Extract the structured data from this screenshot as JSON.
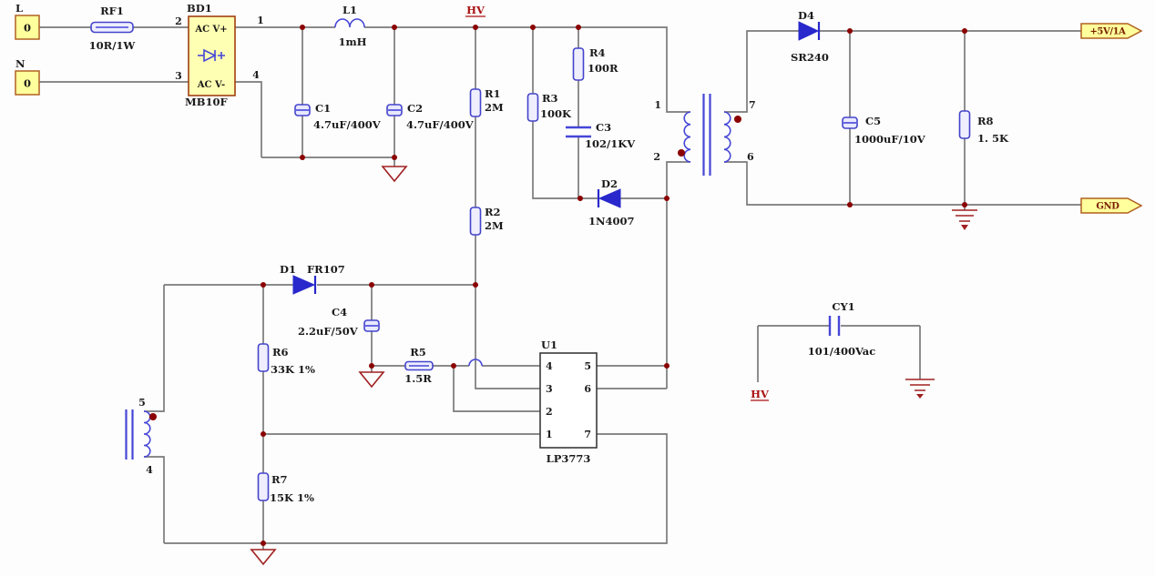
{
  "palette": {
    "wire_gray": "#7a7a7a",
    "component_blue": "#4646d8",
    "diode_blue": "#2828cc",
    "junction_dot": "#8b0000",
    "ground_red": "#a02020",
    "net_label_red": "#aa1111",
    "terminal_fill": "#ffff9c",
    "terminal_border": "#b06020",
    "label_black": "#1a1a1a"
  },
  "inputs": {
    "l_label": "L",
    "l_value": "0",
    "n_label": "N",
    "n_value": "0"
  },
  "outputs": {
    "vout": "+5V/1A",
    "gnd": "GND"
  },
  "nets": {
    "hv_top": "HV",
    "hv_cy1": "HV"
  },
  "bd1": {
    "ref": "BD1",
    "part": "MB10F",
    "ac_plus": "AC V+",
    "ac_minus": "AC V-",
    "pin1": "1",
    "pin2": "2",
    "pin3": "3",
    "pin4": "4"
  },
  "rf1": {
    "ref": "RF1",
    "value": "10R/1W"
  },
  "l1": {
    "ref": "L1",
    "value": "1mH"
  },
  "c1": {
    "ref": "C1",
    "value": "4.7uF/400V"
  },
  "c2": {
    "ref": "C2",
    "value": "4.7uF/400V"
  },
  "r1": {
    "ref": "R1",
    "value": "2M"
  },
  "r2": {
    "ref": "R2",
    "value": "2M"
  },
  "r3": {
    "ref": "R3",
    "value": "100K"
  },
  "r4": {
    "ref": "R4",
    "value": "100R"
  },
  "c3": {
    "ref": "C3",
    "value": "102/1KV"
  },
  "d2": {
    "ref": "D2",
    "value": "1N4007"
  },
  "d1": {
    "ref": "D1",
    "value": "FR107"
  },
  "c4": {
    "ref": "C4",
    "value": "2.2uF/50V"
  },
  "r5": {
    "ref": "R5",
    "value": "1.5R"
  },
  "r6": {
    "ref": "R6",
    "value": "33K 1%"
  },
  "r7": {
    "ref": "R7",
    "value": "15K 1%"
  },
  "r8": {
    "ref": "R8",
    "value": "1. 5K"
  },
  "d4": {
    "ref": "D4",
    "value": "SR240"
  },
  "c5": {
    "ref": "C5",
    "value": "1000uF/10V"
  },
  "cy1": {
    "ref": "CY1",
    "value": "101/400Vac"
  },
  "u1": {
    "ref": "U1",
    "part": "LP3773",
    "pin_numbers": [
      "4",
      "3",
      "2",
      "1",
      "5",
      "6",
      "7"
    ]
  },
  "transformer": {
    "pin1": "1",
    "pin2": "2",
    "pin7": "7",
    "pin6": "6"
  },
  "aux_winding": {
    "pin5": "5",
    "pin4": "4"
  }
}
